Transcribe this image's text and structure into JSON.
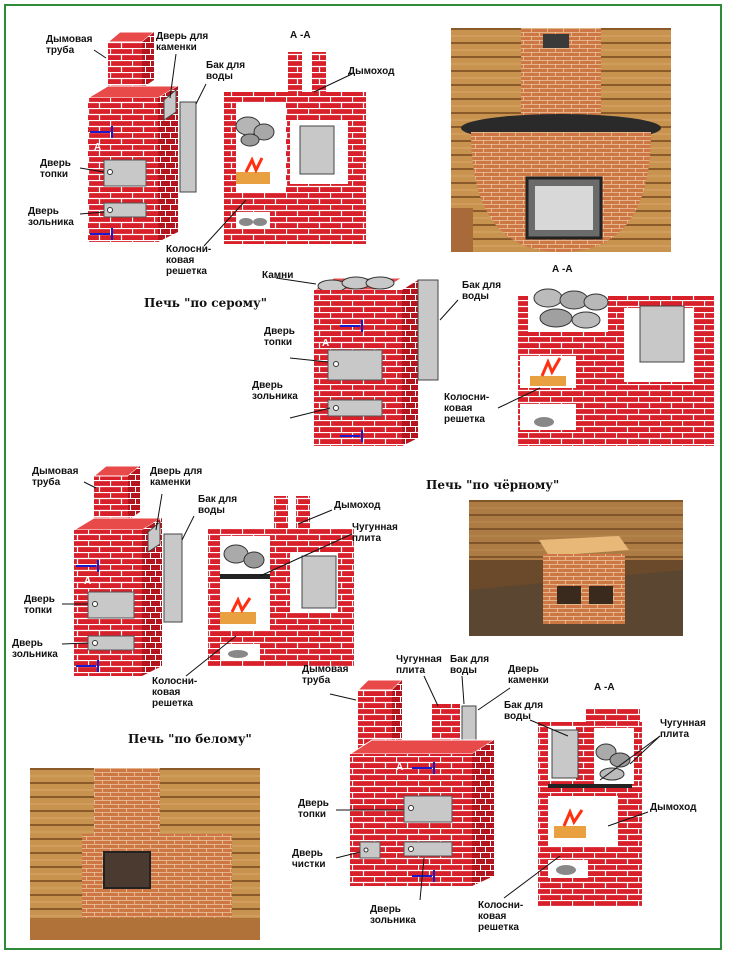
{
  "colors": {
    "brick": "#d8202a",
    "mortar": "#ffffff",
    "door": "#c8c8c8",
    "frame": "#2e8b3a",
    "arrow": "#1a1acc",
    "photo_brick": "#c76a3a",
    "wood": "#b87a3e"
  },
  "diagram1": {
    "section": "А -А",
    "labels": {
      "chimney_pipe": "Дымовая труба",
      "heater_door": "Дверь для каменки",
      "water_tank": "Бак для воды",
      "smoke_duct": "Дымоход",
      "fire_door": "Дверь топки",
      "ash_door": "Дверь зольника",
      "grate": "Колосни- ковая решетка",
      "marker": "А"
    }
  },
  "diagram2": {
    "title": "Печь \"по серому\"",
    "section": "А -А",
    "labels": {
      "stones": "Камни",
      "water_tank": "Бак для воды",
      "fire_door": "Дверь топки",
      "ash_door": "Дверь зольника",
      "grate": "Колосни- ковая решетка",
      "marker": "А"
    }
  },
  "diagram3": {
    "title": "Печь \"по чёрному\"",
    "labels": {
      "chimney_pipe": "Дымовая труба",
      "heater_door": "Дверь для каменки",
      "water_tank": "Бак для воды",
      "smoke_duct": "Дымоход",
      "cast_plate": "Чугунная плита",
      "fire_door": "Дверь топки",
      "ash_door": "Дверь зольника",
      "grate": "Колосни- ковая решетка",
      "marker": "А"
    }
  },
  "diagram4": {
    "title": "Печь \"по белому\"",
    "section": "А -А",
    "labels": {
      "chimney_pipe": "Дымовая труба",
      "cast_plate": "Чугунная плита",
      "water_tank": "Бак для воды",
      "heater_door": "Дверь каменки",
      "water_tank2": "Бак для воды",
      "cast_plate2": "Чугунная плита",
      "smoke_duct": "Дымоход",
      "fire_door": "Дверь топки",
      "clean_door": "Дверь чистки",
      "ash_door": "Дверь зольника",
      "grate": "Колосни- ковая решетка",
      "marker": "А"
    }
  }
}
